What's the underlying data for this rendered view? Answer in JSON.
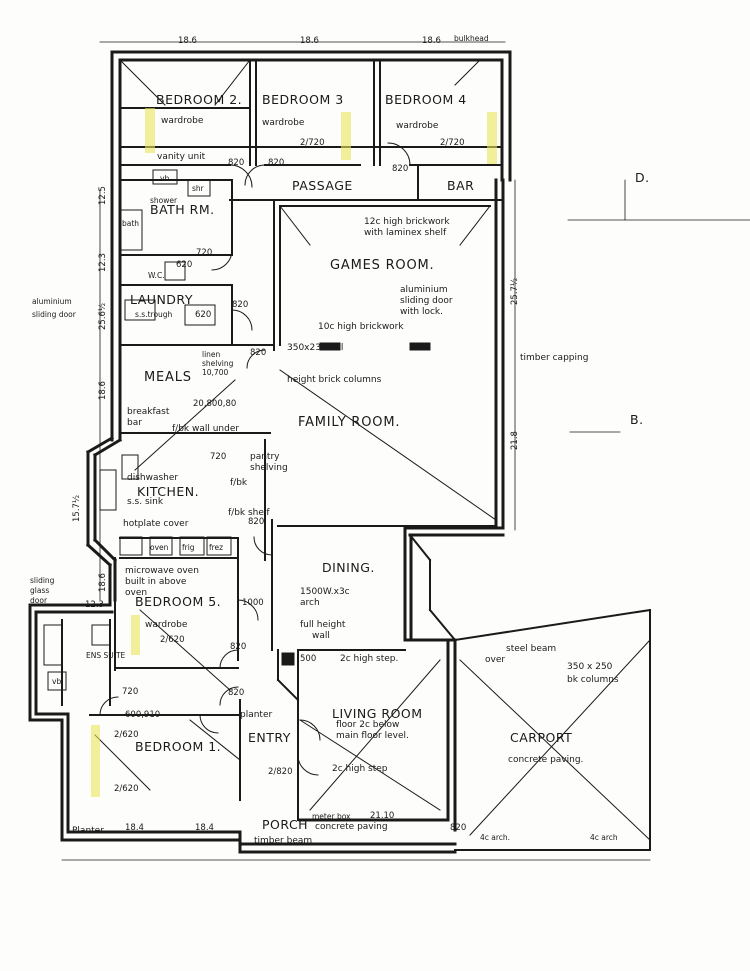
{
  "rooms": {
    "bedroom2": "BEDROOM 2.",
    "bedroom3": "BEDROOM 3",
    "bedroom4": "BEDROOM 4",
    "bedroom5": "BEDROOM 5.",
    "bedroom1": "BEDROOM 1.",
    "passage": "PASSAGE",
    "bar": "BAR",
    "bath": "BATH RM.",
    "laundry": "LAUNDRY",
    "games": "GAMES ROOM.",
    "meals": "MEALS",
    "family": "FAMILY ROOM.",
    "kitchen": "KITCHEN.",
    "dining": "DINING.",
    "ensuite": "ENS SUITE",
    "entry": "ENTRY",
    "living": "LIVING ROOM",
    "carport": "CARPORT",
    "porch": "PORCH"
  },
  "notes": {
    "wardrobe": "wardrobe",
    "vanity": "vanity unit",
    "brickwork_shelf_1": "12c high brickwork",
    "brickwork_shelf_2": "with laminex shelf",
    "alum_1": "aluminium",
    "alum_2": "sliding door",
    "alum_3": "with lock.",
    "brickwork_10": "10c high brickwork",
    "columns_1": "350x230 full",
    "columns_2": "height brick columns",
    "timber_capping": "timber capping",
    "linen_1": "linen",
    "linen_2": "shelving",
    "linen_3": "10,700",
    "breakfast_1": "breakfast",
    "breakfast_2": "bar",
    "fbk_wall": "f/bk wall under",
    "pantry_1": "pantry",
    "pantry_2": "shelving",
    "fbk": "f/bk",
    "fbk_shelf": "f/bk shelf",
    "dishwasher": "dishwasher",
    "sink": "s.s. sink",
    "hotplate": "hotplate cover",
    "oven": "oven",
    "frig": "frig",
    "frez": "frez",
    "micro_1": "microwave oven",
    "micro_2": "built in above",
    "micro_3": "oven",
    "arch_1": "1500W.x3c",
    "arch_2": "arch",
    "fhwall_1": "full height",
    "fhwall_2": "wall",
    "step_2c": "2c high step.",
    "floor_below_1": "floor 2c below",
    "floor_below_2": "main floor level.",
    "step_2c_b": "2c high step",
    "steel_beam_1": "steel beam",
    "steel_beam_2": "over",
    "bk_columns_1": "350 x 250",
    "bk_columns_2": "bk columns",
    "concrete": "concrete paving.",
    "planter": "planter",
    "planter2": "Planter",
    "porch_paving": "concrete paving",
    "timber_beam": "timber beam",
    "meter_box": "meter box",
    "arch4_a": "4c arch.",
    "arch4_b": "4c arch",
    "sliding_1": "sliding",
    "sliding_2": "glass",
    "sliding_3": "door",
    "alum_side_1": "aluminium",
    "alum_side_2": "sliding door",
    "s_s_trough": "s.s.trough",
    "wc": "W.C.",
    "bath_word": "bath",
    "shr": "shr",
    "vb": "vb",
    "shower": "shower",
    "bulkhead": "bulkhead",
    "D": "D.",
    "B": "B."
  },
  "dims": {
    "top_1": "18.6",
    "top_2": "18.6",
    "top_3": "18.6",
    "left_12_5": "12.5",
    "left_12_3": "12.3",
    "left_25_6": "25.6½",
    "left_18_6": "18.6",
    "left_15_7": "15.7½",
    "left_18_6b": "18.6",
    "left_12_3b": "12.3",
    "right_25_7": "25.7½",
    "right_21_8": "21.8",
    "bottom_1": "18.4",
    "bottom_2": "18.4",
    "bottom_3": "21.10",
    "d820_a": "820",
    "d820_b": "820",
    "d820_c": "820",
    "d2720_a": "2/720",
    "d2720_b": "2/720",
    "d720_a": "720",
    "d620": "620",
    "d620_b": "620",
    "d820_d": "820",
    "d820_e": "820",
    "d800": "20,800,80",
    "d720b": "720",
    "d820_f": "820",
    "d1000": "1000",
    "d2620": "2/620",
    "d820_g": "820",
    "d820_h": "820",
    "d720_c": "720",
    "d600": "600,910",
    "d2620_b": "2/620",
    "d2620_c": "2/620",
    "d500": "500",
    "d2820": "2/820",
    "d820_i": "820"
  }
}
